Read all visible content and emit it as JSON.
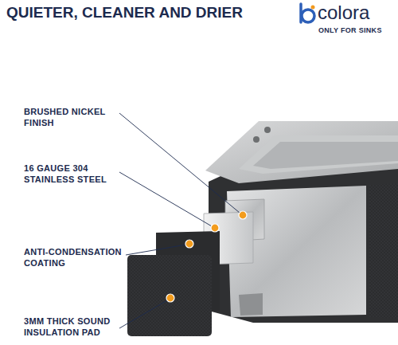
{
  "diagram": {
    "title": "QUIETER, CLEANER AND DRIER",
    "labels": [
      "colora",
      "ONLY FOR SINKS",
      "BRUSHED NICKEL FINISH",
      "16 GAUGE 304 STAINLESS STEEL",
      "ANTI-CONDENSATION COATING",
      "3MM THICK SOUND INSULATION PAD"
    ]
  }
}
